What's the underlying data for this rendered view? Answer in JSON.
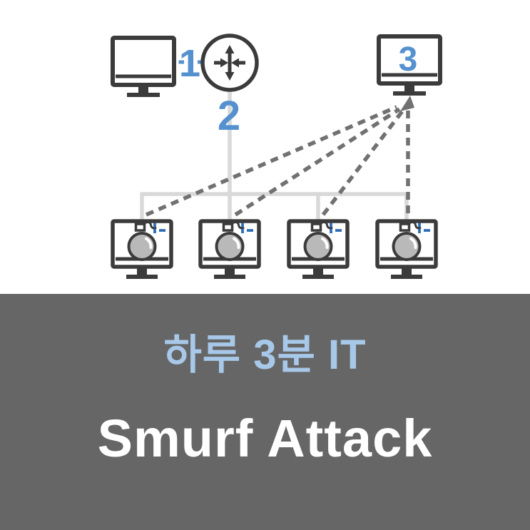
{
  "diagram": {
    "labels": {
      "step1": "1",
      "step2": "2",
      "step3": "3"
    },
    "nodes": {
      "attacker": {
        "icon": "monitor-icon"
      },
      "router": {
        "icon": "router-icon"
      },
      "victim": {
        "icon": "monitor-icon",
        "label": "3"
      },
      "infected_hosts": {
        "count": 4,
        "icon": "bomb-monitor-icon"
      }
    },
    "colors": {
      "outline": "#3b3b3b",
      "bus_line": "#d9d9d9",
      "attack_line": "#717171",
      "label_blue": "#5591cf",
      "spark_blue": "#2e6db6",
      "bomb_fill": "#b9b9b9"
    }
  },
  "title_card": {
    "subtitle": "하루 3분 IT",
    "title": "Smurf Attack",
    "background": "#666666",
    "subtitle_color": "#a7c8e8",
    "title_color": "#ffffff"
  }
}
